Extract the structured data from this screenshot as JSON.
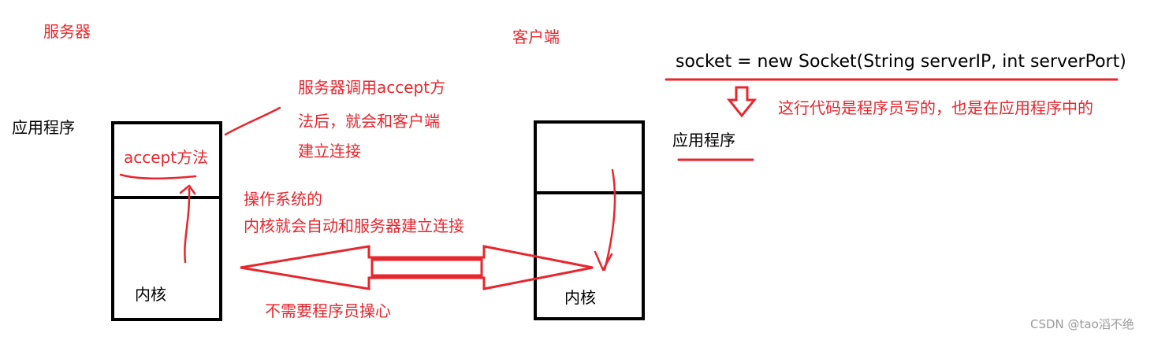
{
  "labels": {
    "server_title": "服务器",
    "client_title": "客户端",
    "server_app_label": "应用程序",
    "accept_method": "accept方法",
    "server_kernel": "内核",
    "client_kernel": "内核",
    "client_app_label": "应用程序",
    "socket_code": "socket = new Socket(String serverIP, int serverPort)"
  },
  "annotations": {
    "accept_note": [
      "服务器调用accept方",
      "法后，就会和客户端",
      "建立连接"
    ],
    "os_note": [
      "操作系统的",
      "内核就会自动和服务器建立连接"
    ],
    "no_worry": "不需要程序员操心",
    "code_note": "这行代码是程序员写的，也是在应用程序中的"
  },
  "watermark": "CSDN @tao滔不绝",
  "colors": {
    "annotation_red": "#e8262d",
    "box_black": "#000000",
    "watermark_gray": "#9a9a9a"
  }
}
